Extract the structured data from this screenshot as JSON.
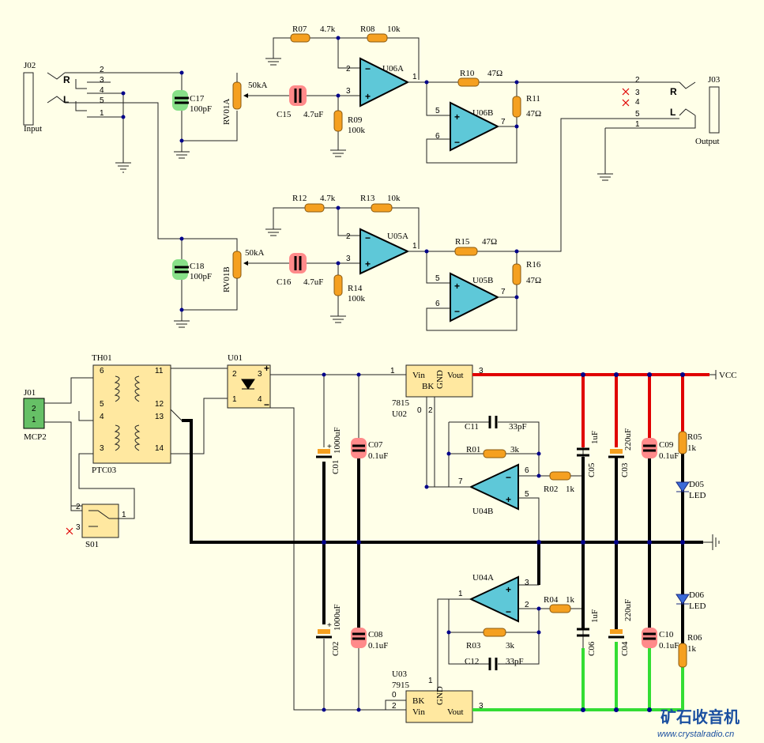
{
  "connectors": {
    "j02": {
      "ref": "J02",
      "label": "Input",
      "pins": [
        "2",
        "3",
        "4",
        "5",
        "1"
      ],
      "right": "R",
      "left": "L"
    },
    "j03": {
      "ref": "J03",
      "label": "Output",
      "pins": [
        "2",
        "3",
        "4",
        "5",
        "1"
      ],
      "right": "R",
      "left": "L"
    },
    "j01": {
      "ref": "J01",
      "type": "MCP2",
      "pins": [
        "2",
        "1"
      ]
    }
  },
  "audio": {
    "c17": {
      "ref": "C17",
      "value": "100pF"
    },
    "c18": {
      "ref": "C18",
      "value": "100pF"
    },
    "rv01a": {
      "ref": "RV01A",
      "value": "50kA"
    },
    "rv01b": {
      "ref": "RV01B",
      "value": "50kA"
    },
    "c15": {
      "ref": "C15",
      "value": "4.7uF"
    },
    "c16": {
      "ref": "C16",
      "value": "4.7uF"
    },
    "r07": {
      "ref": "R07",
      "value": "4.7k"
    },
    "r08": {
      "ref": "R08",
      "value": "10k"
    },
    "r09": {
      "ref": "R09",
      "value": "100k"
    },
    "r10": {
      "ref": "R10",
      "value": "47Ω"
    },
    "r11": {
      "ref": "R11",
      "value": "47Ω"
    },
    "r12": {
      "ref": "R12",
      "value": "4.7k"
    },
    "r13": {
      "ref": "R13",
      "value": "10k"
    },
    "r14": {
      "ref": "R14",
      "value": "100k"
    },
    "r15": {
      "ref": "R15",
      "value": "47Ω"
    },
    "r16": {
      "ref": "R16",
      "value": "47Ω"
    },
    "u06a": {
      "ref": "U06A"
    },
    "u06b": {
      "ref": "U06B"
    },
    "u05a": {
      "ref": "U05A"
    },
    "u05b": {
      "ref": "U05B"
    },
    "opamp_pins": {
      "inv": "2",
      "noninv": "3",
      "out": "1",
      "b_inv": "6",
      "b_noninv": "5",
      "b_out": "7"
    }
  },
  "power": {
    "th01": {
      "ref": "TH01",
      "type": "PTC03",
      "pins": [
        "6",
        "11",
        "5",
        "12",
        "4",
        "13",
        "3",
        "14"
      ]
    },
    "u01": {
      "ref": "U01",
      "pins": [
        "2",
        "3",
        "1",
        "4"
      ],
      "plus": "+",
      "minus": "−"
    },
    "s01": {
      "ref": "S01",
      "pins": [
        "2",
        "3",
        "1"
      ]
    },
    "u02": {
      "ref": "U02",
      "type": "7815",
      "vin": "Vin",
      "vout": "Vout",
      "gnd": "GND",
      "bk": "BK",
      "pins": [
        "1",
        "3",
        "0",
        "2"
      ]
    },
    "u03": {
      "ref": "U03",
      "type": "7915",
      "vin": "Vin",
      "vout": "Vout",
      "gnd": "GND",
      "bk": "BK",
      "pins": [
        "1",
        "3",
        "0",
        "2"
      ]
    },
    "u04a": {
      "ref": "U04A"
    },
    "u04b": {
      "ref": "U04B"
    },
    "c01": {
      "ref": "C01",
      "value": "1000uF"
    },
    "c02": {
      "ref": "C02",
      "value": "1000uF"
    },
    "c07": {
      "ref": "C07",
      "value": "0.1uF"
    },
    "c08": {
      "ref": "C08",
      "value": "0.1uF"
    },
    "c11": {
      "ref": "C11",
      "value": "33pF"
    },
    "c12": {
      "ref": "C12",
      "value": "33pF"
    },
    "r01": {
      "ref": "R01",
      "value": "3k"
    },
    "r02": {
      "ref": "R02",
      "value": "1k"
    },
    "r03": {
      "ref": "R03",
      "value": "3k"
    },
    "r04": {
      "ref": "R04",
      "value": "1k"
    },
    "c05": {
      "ref": "C05",
      "value": "1uF"
    },
    "c06": {
      "ref": "C06",
      "value": "1uF"
    },
    "c03": {
      "ref": "C03",
      "value": "220uF"
    },
    "c04": {
      "ref": "C04",
      "value": "220uF"
    },
    "c09": {
      "ref": "C09",
      "value": "0.1uF"
    },
    "c10": {
      "ref": "C10",
      "value": "0.1uF"
    },
    "r05": {
      "ref": "R05",
      "value": "1k"
    },
    "r06": {
      "ref": "R06",
      "value": "1k"
    },
    "d05": {
      "ref": "D05",
      "type": "LED"
    },
    "d06": {
      "ref": "D06",
      "type": "LED"
    },
    "vcc": "VCC"
  },
  "watermark": {
    "title": "矿石收音机",
    "url": "www.crystalradio.cn"
  },
  "colors": {
    "background": "#ffffe8",
    "wire_positive": "#e00000",
    "wire_negative": "#33dd33",
    "opamp": "#5ec8d8",
    "resistor": "#f5a020",
    "film_cap": "#ff8a8a",
    "ceramic_cap": "#88e088"
  }
}
